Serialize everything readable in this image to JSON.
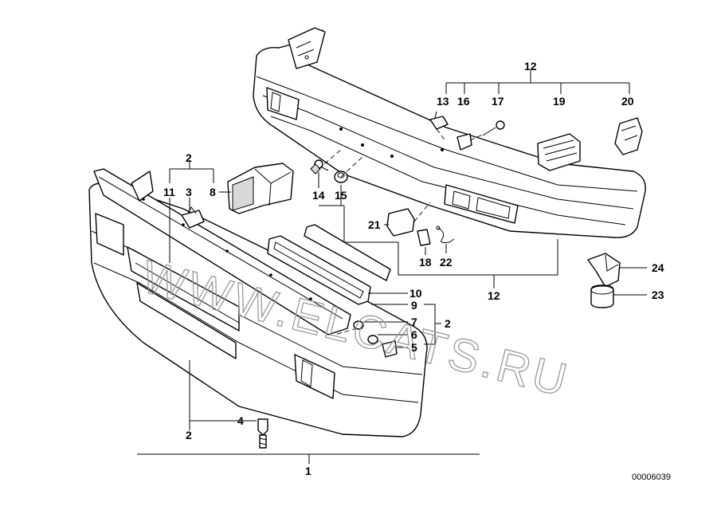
{
  "watermark": "WWW.ELCATS.RU",
  "diagram_code": "00006039",
  "labels": {
    "1": "1",
    "2": "2",
    "3": "3",
    "4": "4",
    "5": "5",
    "6": "6",
    "7": "7",
    "8": "8",
    "9": "9",
    "10": "10",
    "11": "11",
    "12": "12",
    "13": "13",
    "14": "14",
    "15": "15",
    "16": "16",
    "17": "17",
    "18": "18",
    "19": "19",
    "20": "20",
    "21": "21",
    "22": "22",
    "23": "23",
    "24": "24"
  }
}
